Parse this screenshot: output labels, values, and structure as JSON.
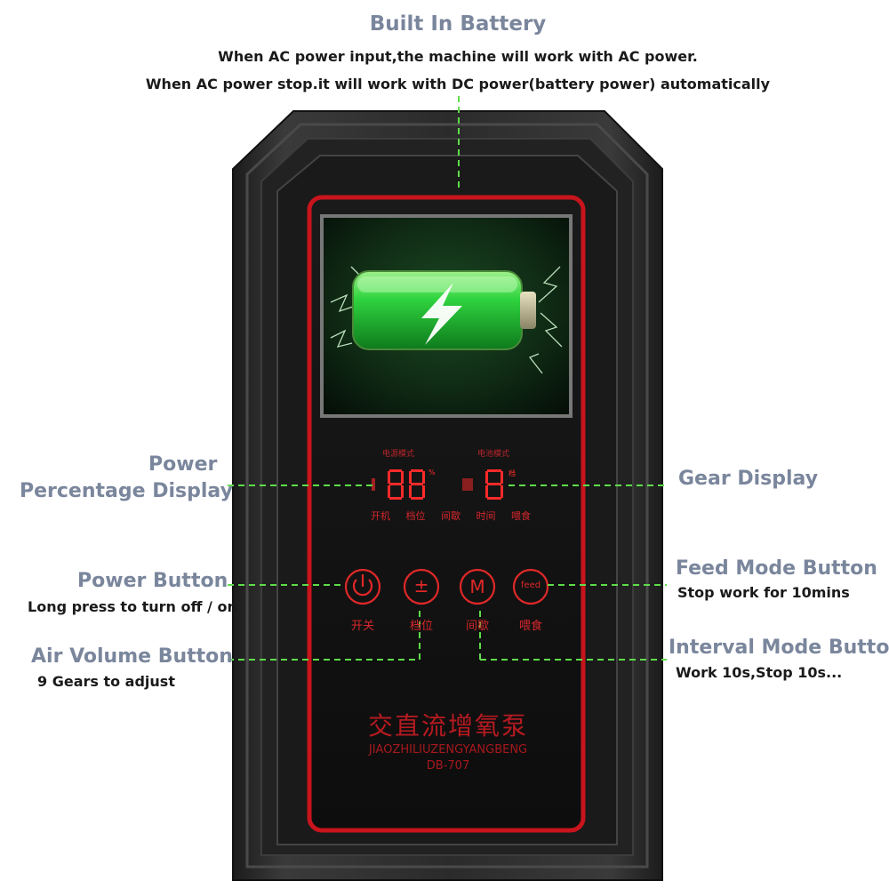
{
  "battery": {
    "title": "Built In Battery",
    "line1": "When AC power input,the machine will work with AC power.",
    "line2": "When AC power stop.it will work with DC power(battery power) automatically"
  },
  "callouts": {
    "power_percentage": {
      "title_line1": "Power",
      "title_line2": "Percentage Display"
    },
    "gear_display": {
      "title": "Gear Display"
    },
    "power_button": {
      "title": "Power Button",
      "sub": "Long press to turn off / on"
    },
    "air_volume": {
      "title": "Air Volume Button",
      "sub": "9 Gears to adjust"
    },
    "feed_mode": {
      "title": "Feed Mode Button",
      "sub": "Stop work for 10mins"
    },
    "interval_mode": {
      "title": "Interval Mode Button",
      "sub": "Work 10s,Stop 10s..."
    }
  },
  "device": {
    "mode_label_left": "电源模式",
    "mode_label_right": "电池模式",
    "percent_digits": "88",
    "percent_unit": "%",
    "gear_digit": "8",
    "gear_unit": "档",
    "indicators": [
      "开机",
      "档位",
      "间歇",
      "时间",
      "喂食"
    ],
    "buttons": {
      "power": {
        "label": "开关"
      },
      "gear": {
        "label": "档位",
        "symbol": "±"
      },
      "interval": {
        "label": "间歇",
        "symbol": "M"
      },
      "feed": {
        "label": "喂食",
        "symbol": "feed"
      }
    },
    "name_cn": "交直流增氧泵",
    "name_pinyin": "JIAOZHILIUZENGYANGBENG",
    "model": "DB-707"
  },
  "colors": {
    "callout_title": "#7a869c",
    "guide_line": "#5fdc4a",
    "led_red": "#ff2a2a",
    "bezel_red": "#c8141c",
    "battery_green": "#22c43a"
  }
}
